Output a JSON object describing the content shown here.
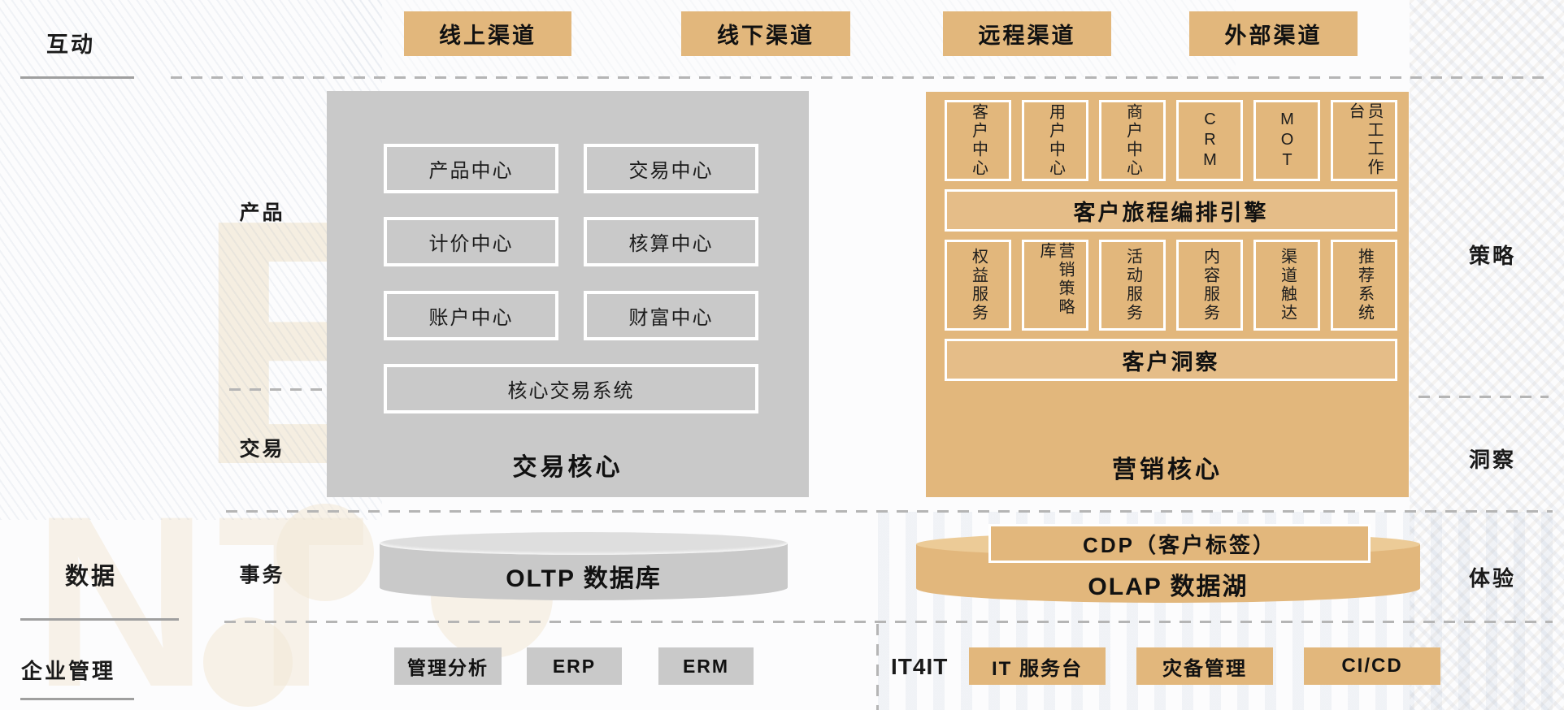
{
  "colors": {
    "tan": "#e2b77c",
    "tan_light": "#eccb97",
    "gray": "#c9c9c9",
    "gray_light": "#dedede"
  },
  "rails": {
    "interact": "互动",
    "product": "产品",
    "trade": "交易",
    "data": "数据",
    "transaction": "事务",
    "enterprise": "企业管理",
    "strategy": "策略",
    "insight": "洞察",
    "experience": "体验",
    "it4it": "IT4IT"
  },
  "channels": [
    "线上渠道",
    "线下渠道",
    "远程渠道",
    "外部渠道"
  ],
  "trade_core": {
    "title": "交易核心",
    "boxes": [
      "产品中心",
      "交易中心",
      "计价中心",
      "核算中心",
      "账户中心",
      "财富中心"
    ],
    "wide_box": "核心交易系统"
  },
  "marketing_core": {
    "title": "营销核心",
    "row1": [
      "客户中心",
      "用户中心",
      "商户中心",
      "CRM",
      "MOT",
      "员工工作台"
    ],
    "journey_engine": "客户旅程编排引擎",
    "row2": [
      "权益服务",
      "营销策略库",
      "活动服务",
      "内容服务",
      "渠道触达",
      "推荐系统"
    ],
    "insight_bar": "客户洞察"
  },
  "data_layer": {
    "oltp": "OLTP 数据库",
    "cdp": "CDP（客户标签）",
    "olap": "OLAP 数据湖"
  },
  "enterprise_row": {
    "gray_boxes": [
      "管理分析",
      "ERP",
      "ERM"
    ],
    "tan_boxes": [
      "IT 服务台",
      "灾备管理",
      "CI/CD"
    ]
  },
  "decor": {
    "watermark1": "EN",
    "watermark2": "NT"
  }
}
